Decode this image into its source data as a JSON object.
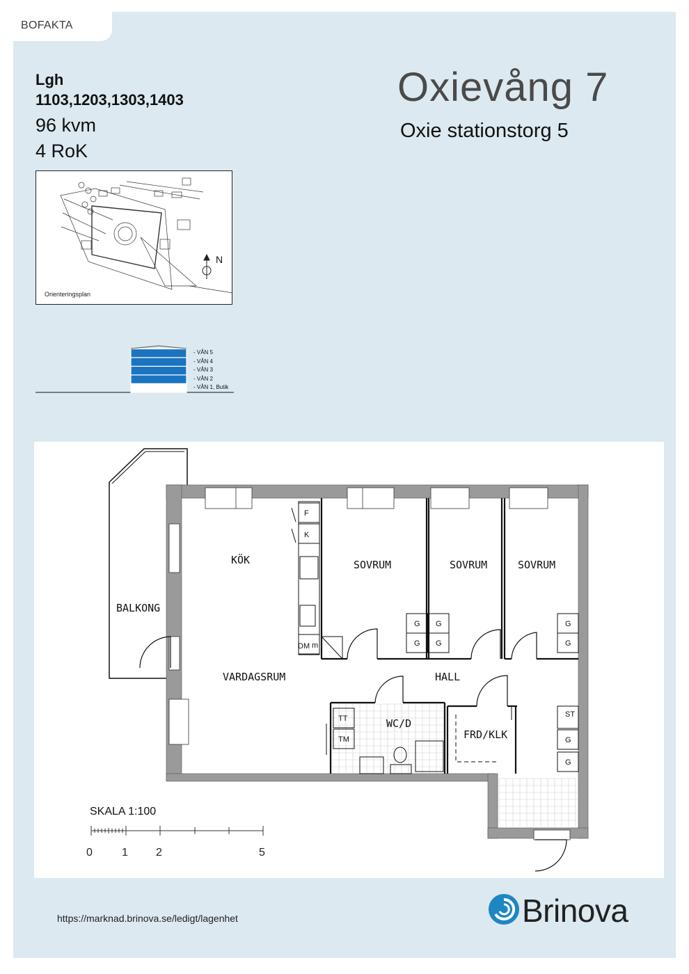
{
  "header": {
    "tab_label": "BOFAKTA"
  },
  "apartment": {
    "label": "Lgh",
    "numbers": "1103,1203,1303,1403",
    "area": "96 kvm",
    "rooms": "4 RoK"
  },
  "building": {
    "title": "Oxievång 7",
    "address": "Oxie stationstorg 5"
  },
  "orientation_plan": {
    "caption": "Orienteringsplan",
    "north_label": "N"
  },
  "floors": [
    {
      "label": "- VÅN 5",
      "highlighted": true
    },
    {
      "label": "- VÅN 4",
      "highlighted": true
    },
    {
      "label": "- VÅN 3",
      "highlighted": true
    },
    {
      "label": "- VÅN 2",
      "highlighted": true
    },
    {
      "label": "- VÅN 1, Butik",
      "highlighted": false
    }
  ],
  "floorplan": {
    "rooms": {
      "kok": "KÖK",
      "balkong": "BALKONG",
      "vardagsrum": "VARDAGSRUM",
      "sovrum1": "SOVRUM",
      "sovrum2": "SOVRUM",
      "sovrum3": "SOVRUM",
      "hall": "HALL",
      "wcd": "WC/D",
      "frdklk": "FRD/KLK"
    },
    "fixtures": {
      "fridge": "F",
      "freezer": "K",
      "dishwasher": "DM",
      "micro": "m",
      "washer": "TT",
      "dryer": "TM",
      "storage": "ST",
      "wardrobe": "G"
    }
  },
  "scale": {
    "title": "SKALA 1:100",
    "ticks": [
      "0",
      "1",
      "2",
      "5"
    ]
  },
  "footer": {
    "url": "https://marknad.brinova.se/ledigt/lagenhet",
    "brand": "Brinova"
  },
  "colors": {
    "sheet": "#dce9f0",
    "floor_highlight": "#1a74c0",
    "brand_blue": "#1f86c4",
    "wall": "#9a9a9a"
  }
}
